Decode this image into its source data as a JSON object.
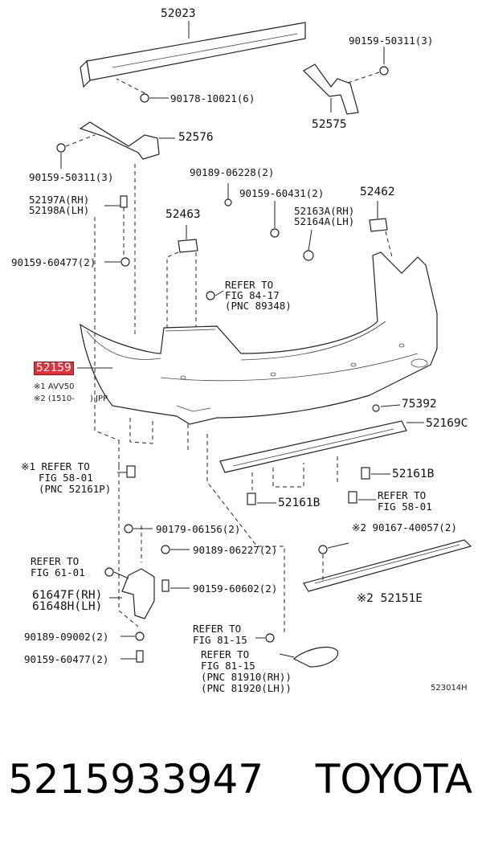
{
  "labels": {
    "p52023": "52023",
    "p90159_50311_top": "90159-50311(3)",
    "p90178": "90178-10021(6)",
    "p52575": "52575",
    "p52576": "52576",
    "p90159_50311_left": "90159-50311(3)",
    "p90189_06228": "90189-06228(2)",
    "p90159_60431": "90159-60431(2)",
    "p52462": "52462",
    "p52197a": "52197A(RH)",
    "p52198a": "52198A(LH)",
    "p52463": "52463",
    "p52163a": "52163A(RH)",
    "p52164a": "52164A(LH)",
    "p90159_60477_a": "90159-60477(2)",
    "refer_84_a": "REFER TO",
    "refer_84_b": "FIG 84-17",
    "refer_84_c": "(PNC 89348)",
    "p52159": "52159",
    "note1": "※1 AVV50",
    "note2": "※2 (1510-      ) JPP",
    "p75392": "75392",
    "p52169c": "52169C",
    "refer_58_left_a": "※1 REFER TO",
    "refer_58_left_b": "FIG 58-01",
    "refer_58_left_c": "(PNC 52161P)",
    "p52161b_right": "52161B",
    "p52161b_mid": "52161B",
    "refer_58_right_a": "REFER TO",
    "refer_58_right_b": "FIG 58-01",
    "p90179": "90179-06156(2)",
    "p90167": "※2 90167-40057(2)",
    "refer_61_a": "REFER TO",
    "refer_61_b": "FIG 61-01",
    "p90189_06227": "90189-06227(2)",
    "p61647f": "61647F(RH)",
    "p61648h": "61648H(LH)",
    "p90159_60602": "90159-60602(2)",
    "p52151e": "※2 52151E",
    "refer_81_a_1": "REFER TO",
    "refer_81_a_2": "FIG 81-15",
    "p90189_09002": "90189-09002(2)",
    "refer_81_b_1": "REFER TO",
    "refer_81_b_2": "FIG 81-15",
    "refer_81_b_3": "(PNC 81910(RH))",
    "refer_81_b_4": "(PNC 81920(LH))",
    "p90159_60477_b": "90159-60477(2)",
    "fig_code": "523014H"
  },
  "footer": {
    "part_number": "5215933947",
    "brand": "TOYOTA"
  },
  "colors": {
    "highlight": "#d9343b",
    "line": "#222222",
    "background": "#ffffff"
  }
}
